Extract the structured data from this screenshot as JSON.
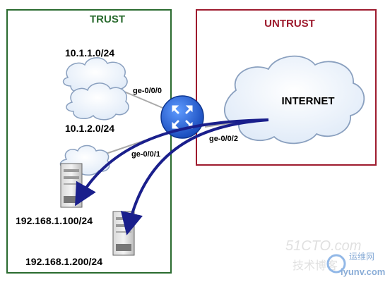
{
  "zones": {
    "trust": {
      "label": "TRUST",
      "color": "#2a6b2f"
    },
    "untrust": {
      "label": "UNTRUST",
      "color": "#9e1b2e"
    }
  },
  "networks": {
    "net1": "10.1.1.0/24",
    "net2": "10.1.2.0/24",
    "internet": "INTERNET"
  },
  "interfaces": {
    "ge000": "ge-0/0/0",
    "ge001": "ge-0/0/1",
    "ge002": "ge-0/0/2"
  },
  "servers": {
    "server1": "192.168.1.100/24",
    "server2": "192.168.1.200/24"
  },
  "watermark": {
    "line1": "51CTO.com",
    "line2": "技术博客",
    "brand_cn": "运维网",
    "brand_url": "iyunv.com"
  },
  "colors": {
    "arrow": "#1a1f8c",
    "router": "#1f5fd6",
    "cloud_fill": "#e9f1fb",
    "cloud_stroke": "#8aa0bf",
    "link": "#a9a9a9"
  }
}
